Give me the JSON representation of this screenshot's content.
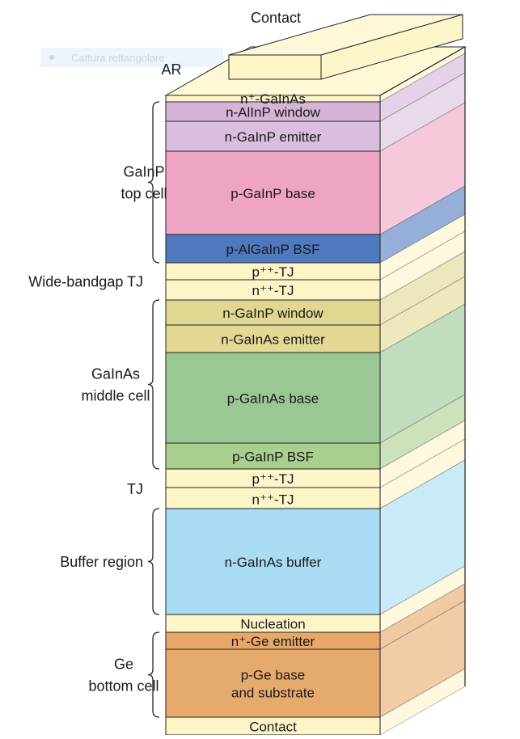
{
  "title": "",
  "watermark": "Cattura rettangolare",
  "labels": {
    "contact_top": "Contact",
    "ar": "AR",
    "contact_bottom": "Contact"
  },
  "colors": {
    "outline": "#222222",
    "cap": "#fdf5c8",
    "tj": "#fdf5c8",
    "window_top": "#d6b4d8",
    "emitter_top": "#d9bfdd",
    "base_top": "#f0a4c4",
    "bsf_top": "#4f79be",
    "window_mid": "#e0d791",
    "emitter_mid": "#e3d995",
    "base_mid": "#9ac793",
    "bsf_mid": "#a9cf8e",
    "buffer": "#a8dcf2",
    "nucleation": "#fdf5c8",
    "ge_emitter": "#e7a768",
    "ge_base": "#e7aa6d"
  },
  "layers": [
    {
      "id": "cap",
      "label": "n⁺-GaInAs",
      "color": "cap"
    },
    {
      "id": "window-top",
      "label": "n-AlInP window",
      "color": "window_top"
    },
    {
      "id": "emitter-top",
      "label": "n-GaInP emitter",
      "color": "emitter_top"
    },
    {
      "id": "base-top",
      "label": "p-GaInP base",
      "color": "base_top"
    },
    {
      "id": "bsf-top",
      "label": "p-AlGaInP BSF",
      "color": "bsf_top"
    },
    {
      "id": "tj1-p",
      "label": "p⁺⁺-TJ",
      "color": "tj"
    },
    {
      "id": "tj1-n",
      "label": "n⁺⁺-TJ",
      "color": "tj"
    },
    {
      "id": "window-mid",
      "label": "n-GaInP window",
      "color": "window_mid"
    },
    {
      "id": "emitter-mid",
      "label": "n-GaInAs emitter",
      "color": "emitter_mid"
    },
    {
      "id": "base-mid",
      "label": "p-GaInAs base",
      "color": "base_mid"
    },
    {
      "id": "bsf-mid",
      "label": "p-GaInP BSF",
      "color": "bsf_mid"
    },
    {
      "id": "tj2-p",
      "label": "p⁺⁺-TJ",
      "color": "tj"
    },
    {
      "id": "tj2-n",
      "label": "n⁺⁺-TJ",
      "color": "tj"
    },
    {
      "id": "buffer",
      "label": "n-GaInAs buffer",
      "color": "buffer"
    },
    {
      "id": "nucleation",
      "label": "Nucleation",
      "color": "nucleation"
    },
    {
      "id": "ge-emitter",
      "label": "n⁺-Ge emitter",
      "color": "ge_emitter"
    },
    {
      "id": "ge-base",
      "label": "p-Ge base\nand substrate",
      "color": "ge_base"
    },
    {
      "id": "contact-bottom",
      "label": "Contact",
      "color": "cap"
    }
  ],
  "groups": [
    {
      "id": "top-cell",
      "label": "GaInP\ntop cell"
    },
    {
      "id": "wide-tj",
      "label": "Wide-bandgap TJ"
    },
    {
      "id": "middle-cell",
      "label": "GaInAs\nmiddle cell"
    },
    {
      "id": "tj",
      "label": "TJ"
    },
    {
      "id": "buffer-region",
      "label": "Buffer region"
    },
    {
      "id": "bottom-cell",
      "label": "Ge\nbottom cell"
    }
  ]
}
